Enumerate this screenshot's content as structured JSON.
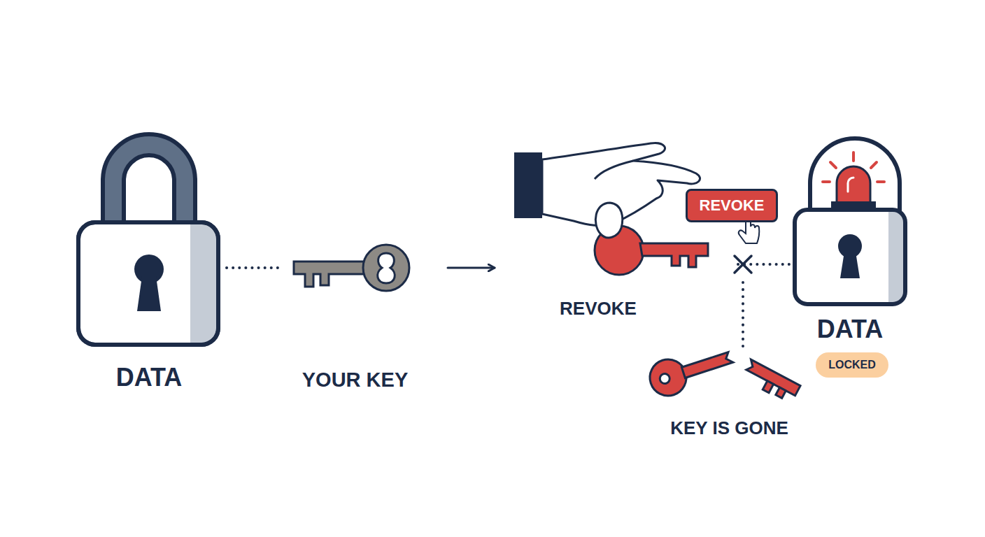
{
  "diagram": {
    "nodes": [
      {
        "text": [
          "DATA"
        ]
      },
      {
        "text": [
          "YOUR KEY"
        ]
      },
      {
        "text": [
          "REVOKE"
        ]
      },
      {
        "text": [
          "REVOKE"
        ]
      },
      {
        "text": [
          "DATA"
        ]
      },
      {
        "text": [
          "LOCKED"
        ]
      },
      {
        "text": [
          "KEY IS GONE"
        ]
      }
    ],
    "edges": [
      {
        "from": 0,
        "to": 1,
        "arrow": "none"
      },
      {
        "from": 1,
        "to": 3,
        "arrow": "to"
      },
      {
        "from": 3,
        "to": 4,
        "arrow": "none"
      }
    ]
  }
}
